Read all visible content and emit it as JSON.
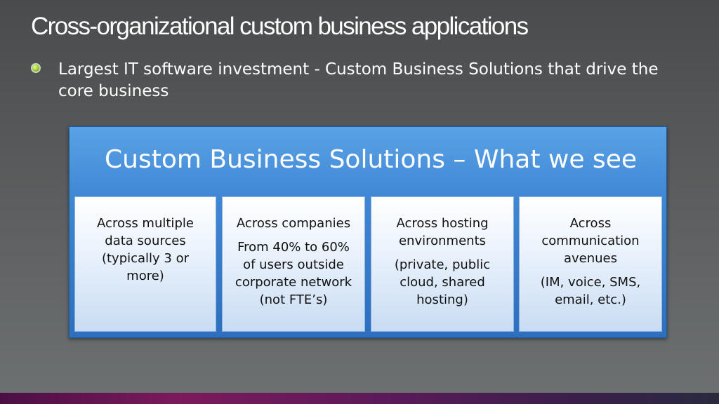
{
  "slide": {
    "title": "Cross-organizational custom business applications",
    "bullet": "Largest IT software investment - Custom Business Solutions that drive the core business"
  },
  "panel": {
    "title": "Custom Business Solutions – What we see",
    "cards": [
      {
        "heading": "Across multiple data sources (typically 3 or more)",
        "detail": ""
      },
      {
        "heading": "Across companies",
        "detail": "From 40% to 60% of users outside corporate network (not FTE’s)"
      },
      {
        "heading": "Across hosting environments",
        "detail": "(private, public cloud, shared hosting)"
      },
      {
        "heading": "Across communication avenues",
        "detail": "(IM, voice, SMS, email, etc.)"
      }
    ]
  },
  "colors": {
    "panel_blue": "#3f86d4",
    "bullet_green": "#9ccc2a",
    "bottom_bar": "#7b1a5c"
  }
}
